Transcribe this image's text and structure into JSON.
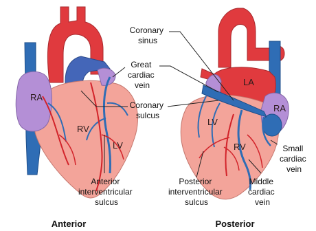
{
  "views": {
    "anterior": "Anterior",
    "posterior": "Posterior"
  },
  "chambers": {
    "ra_anterior": "RA",
    "rv_anterior": "RV",
    "lv_anterior": "LV",
    "la_posterior": "LA",
    "ra_posterior": "RA",
    "lv_posterior": "LV",
    "rv_posterior": "RV"
  },
  "callouts": {
    "coronary_sinus": [
      "Coronary",
      "sinus"
    ],
    "great_cardiac_vein": [
      "Great",
      "cardiac",
      "vein"
    ],
    "coronary_sulcus": [
      "Coronary",
      "sulcus"
    ],
    "anterior_interventricular_sulcus": [
      "Anterior",
      "interventricular",
      "sulcus"
    ],
    "posterior_interventricular_sulcus": [
      "Posterior",
      "interventricular",
      "sulcus"
    ],
    "middle_cardiac_vein": [
      "Middle",
      "cardiac",
      "vein"
    ],
    "small_cardiac_vein": [
      "Small",
      "cardiac",
      "vein"
    ]
  },
  "colors": {
    "aorta": "#e03a3e",
    "vein_blue": "#2f6db5",
    "atrium_purple": "#b48fd6",
    "ventricle_pink": "#f3a49a",
    "artery_red": "#d2232a"
  }
}
